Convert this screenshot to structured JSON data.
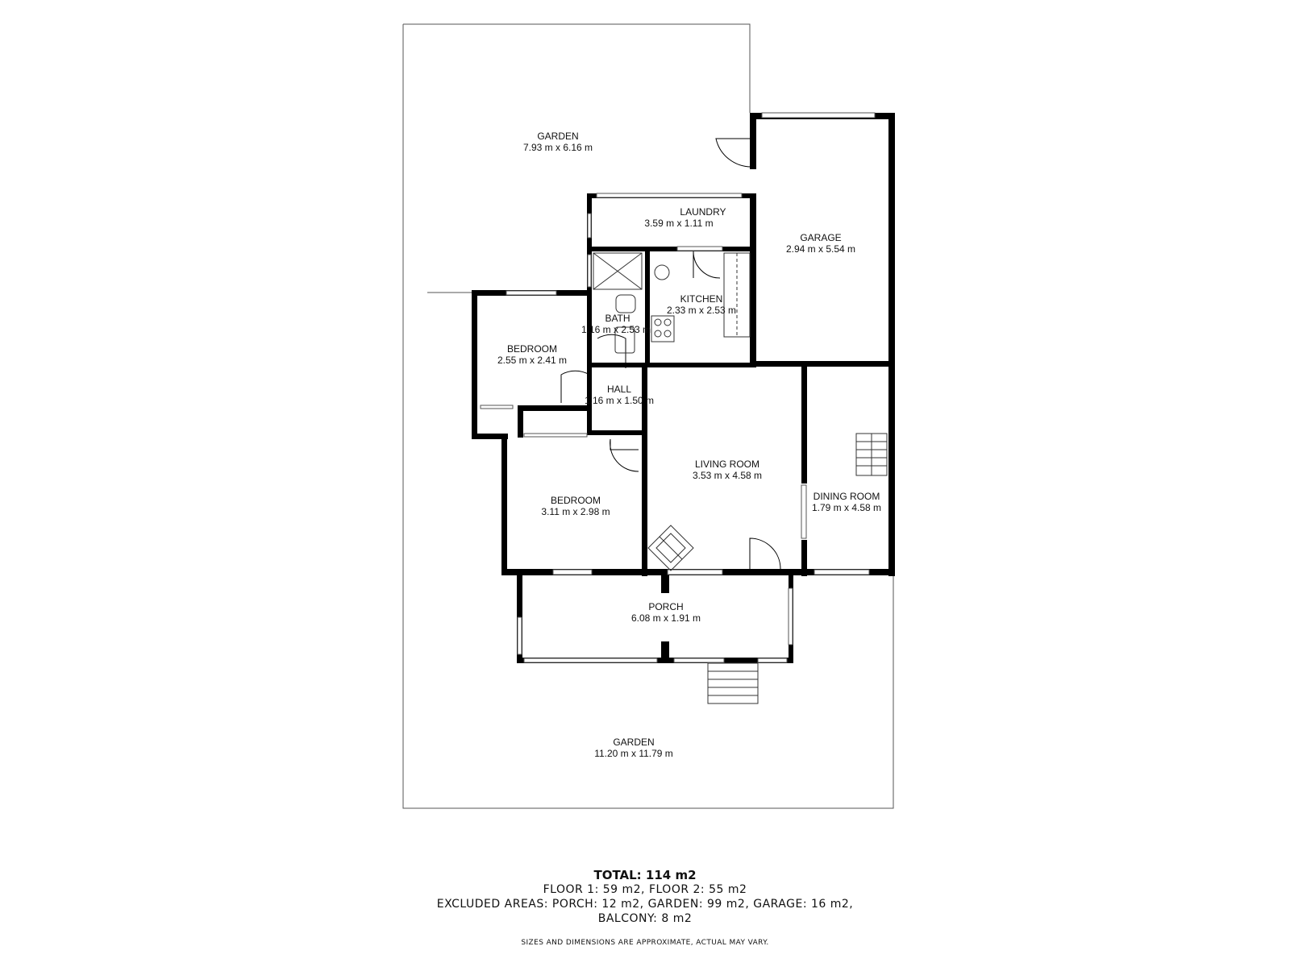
{
  "rooms": {
    "garden_top": {
      "name": "GARDEN",
      "dims": "7.93 m x 6.16 m"
    },
    "laundry": {
      "name": "LAUNDRY",
      "dims": "3.59 m x 1.11 m"
    },
    "garage": {
      "name": "GARAGE",
      "dims": "2.94 m x 5.54 m"
    },
    "kitchen": {
      "name": "KITCHEN",
      "dims": "2.33 m x 2.53 m"
    },
    "bath": {
      "name": "BATH",
      "dims": "1.16 m x 2.53 m"
    },
    "bedroom_small": {
      "name": "BEDROOM",
      "dims": "2.55 m x 2.41 m"
    },
    "hall": {
      "name": "HALL",
      "dims": "1.16 m x 1.50 m"
    },
    "living_room": {
      "name": "LIVING ROOM",
      "dims": "3.53 m x 4.58 m"
    },
    "dining_room": {
      "name": "DINING ROOM",
      "dims": "1.79 m x 4.58 m"
    },
    "bedroom_large": {
      "name": "BEDROOM",
      "dims": "3.11 m x 2.98 m"
    },
    "porch": {
      "name": "PORCH",
      "dims": "6.08 m x 1.91 m"
    },
    "garden_bottom": {
      "name": "GARDEN",
      "dims": "11.20 m x 11.79 m"
    }
  },
  "summary": {
    "total": "TOTAL: 114 m2",
    "floors": "FLOOR 1: 59 m2, FLOOR 2: 55 m2",
    "excluded": "EXCLUDED AREAS: PORCH: 12 m2, GARDEN: 99 m2, GARAGE: 16 m2,",
    "balcony": "BALCONY: 8 m2",
    "disclaimer": "SIZES AND DIMENSIONS ARE APPROXIMATE, ACTUAL MAY VARY."
  },
  "colors": {
    "wall": "#000000",
    "thin_line": "#555555",
    "background": "#ffffff"
  }
}
